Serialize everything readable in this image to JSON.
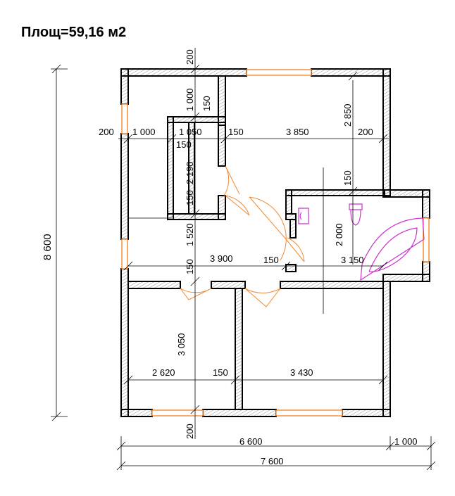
{
  "title": "Площ=59,16 м2",
  "dims": {
    "top_wall": "200",
    "corridor_top": "1 000",
    "stub_top": "150",
    "right_upper": "2 850",
    "left_wall": "200",
    "left_room_w": "1 000",
    "closet_w": "1 050",
    "partition_1": "150",
    "big_room_w": "3 850",
    "right_wall": "200",
    "closet_wall_top": "150",
    "closet_h": "2 190",
    "closet_wall_bot": "150",
    "bath_wall": "150",
    "hall_h": "1 520",
    "bath_h": "2 000",
    "mid_wall": "150",
    "hall_w": "3 900",
    "bath_wall_2": "150",
    "bath_w": "3 150",
    "bedroom_h": "3 050",
    "bed1_w": "2 620",
    "bed_wall": "150",
    "bed2_w": "3 430",
    "bottom_wall": "200",
    "height_total": "8 600",
    "width_main": "6 600",
    "width_ext": "1 000",
    "width_total": "7 600"
  }
}
